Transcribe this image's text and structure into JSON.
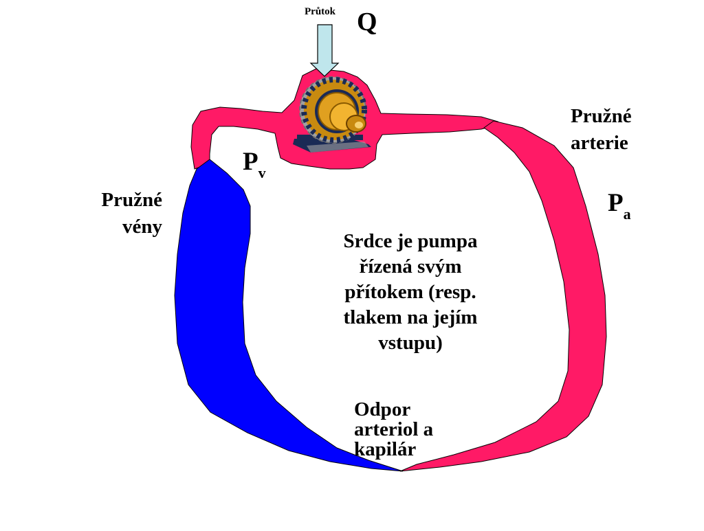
{
  "labels": {
    "flow": "Průtok",
    "q": "Q",
    "pv_main": "P",
    "pv_sub": "v",
    "pa_main": "P",
    "pa_sub": "a",
    "arteries_line1": "Pružné",
    "arteries_line2": "arterie",
    "veins_line1": "Pružné",
    "veins_line2": "vény",
    "main_line1": "Srdce je pumpa",
    "main_line2": "řízená svým",
    "main_line3": "přítokem (resp.",
    "main_line4": "tlakem na jejím",
    "main_line5": "vstupu)",
    "resistance_line1": "Odpor",
    "resistance_line2": "arteriol a",
    "resistance_line3": "kapilár"
  },
  "colors": {
    "artery": "#ff1a66",
    "vein": "#0000ff",
    "arrow_fill": "#bfe6ec",
    "gear_gold": "#d08a10",
    "gear_dark": "#1a2a55",
    "gear_silver": "#a0a0a0"
  },
  "icons": {
    "pump": "pump-motor-icon",
    "flow_arrow": "down-arrow-icon"
  }
}
